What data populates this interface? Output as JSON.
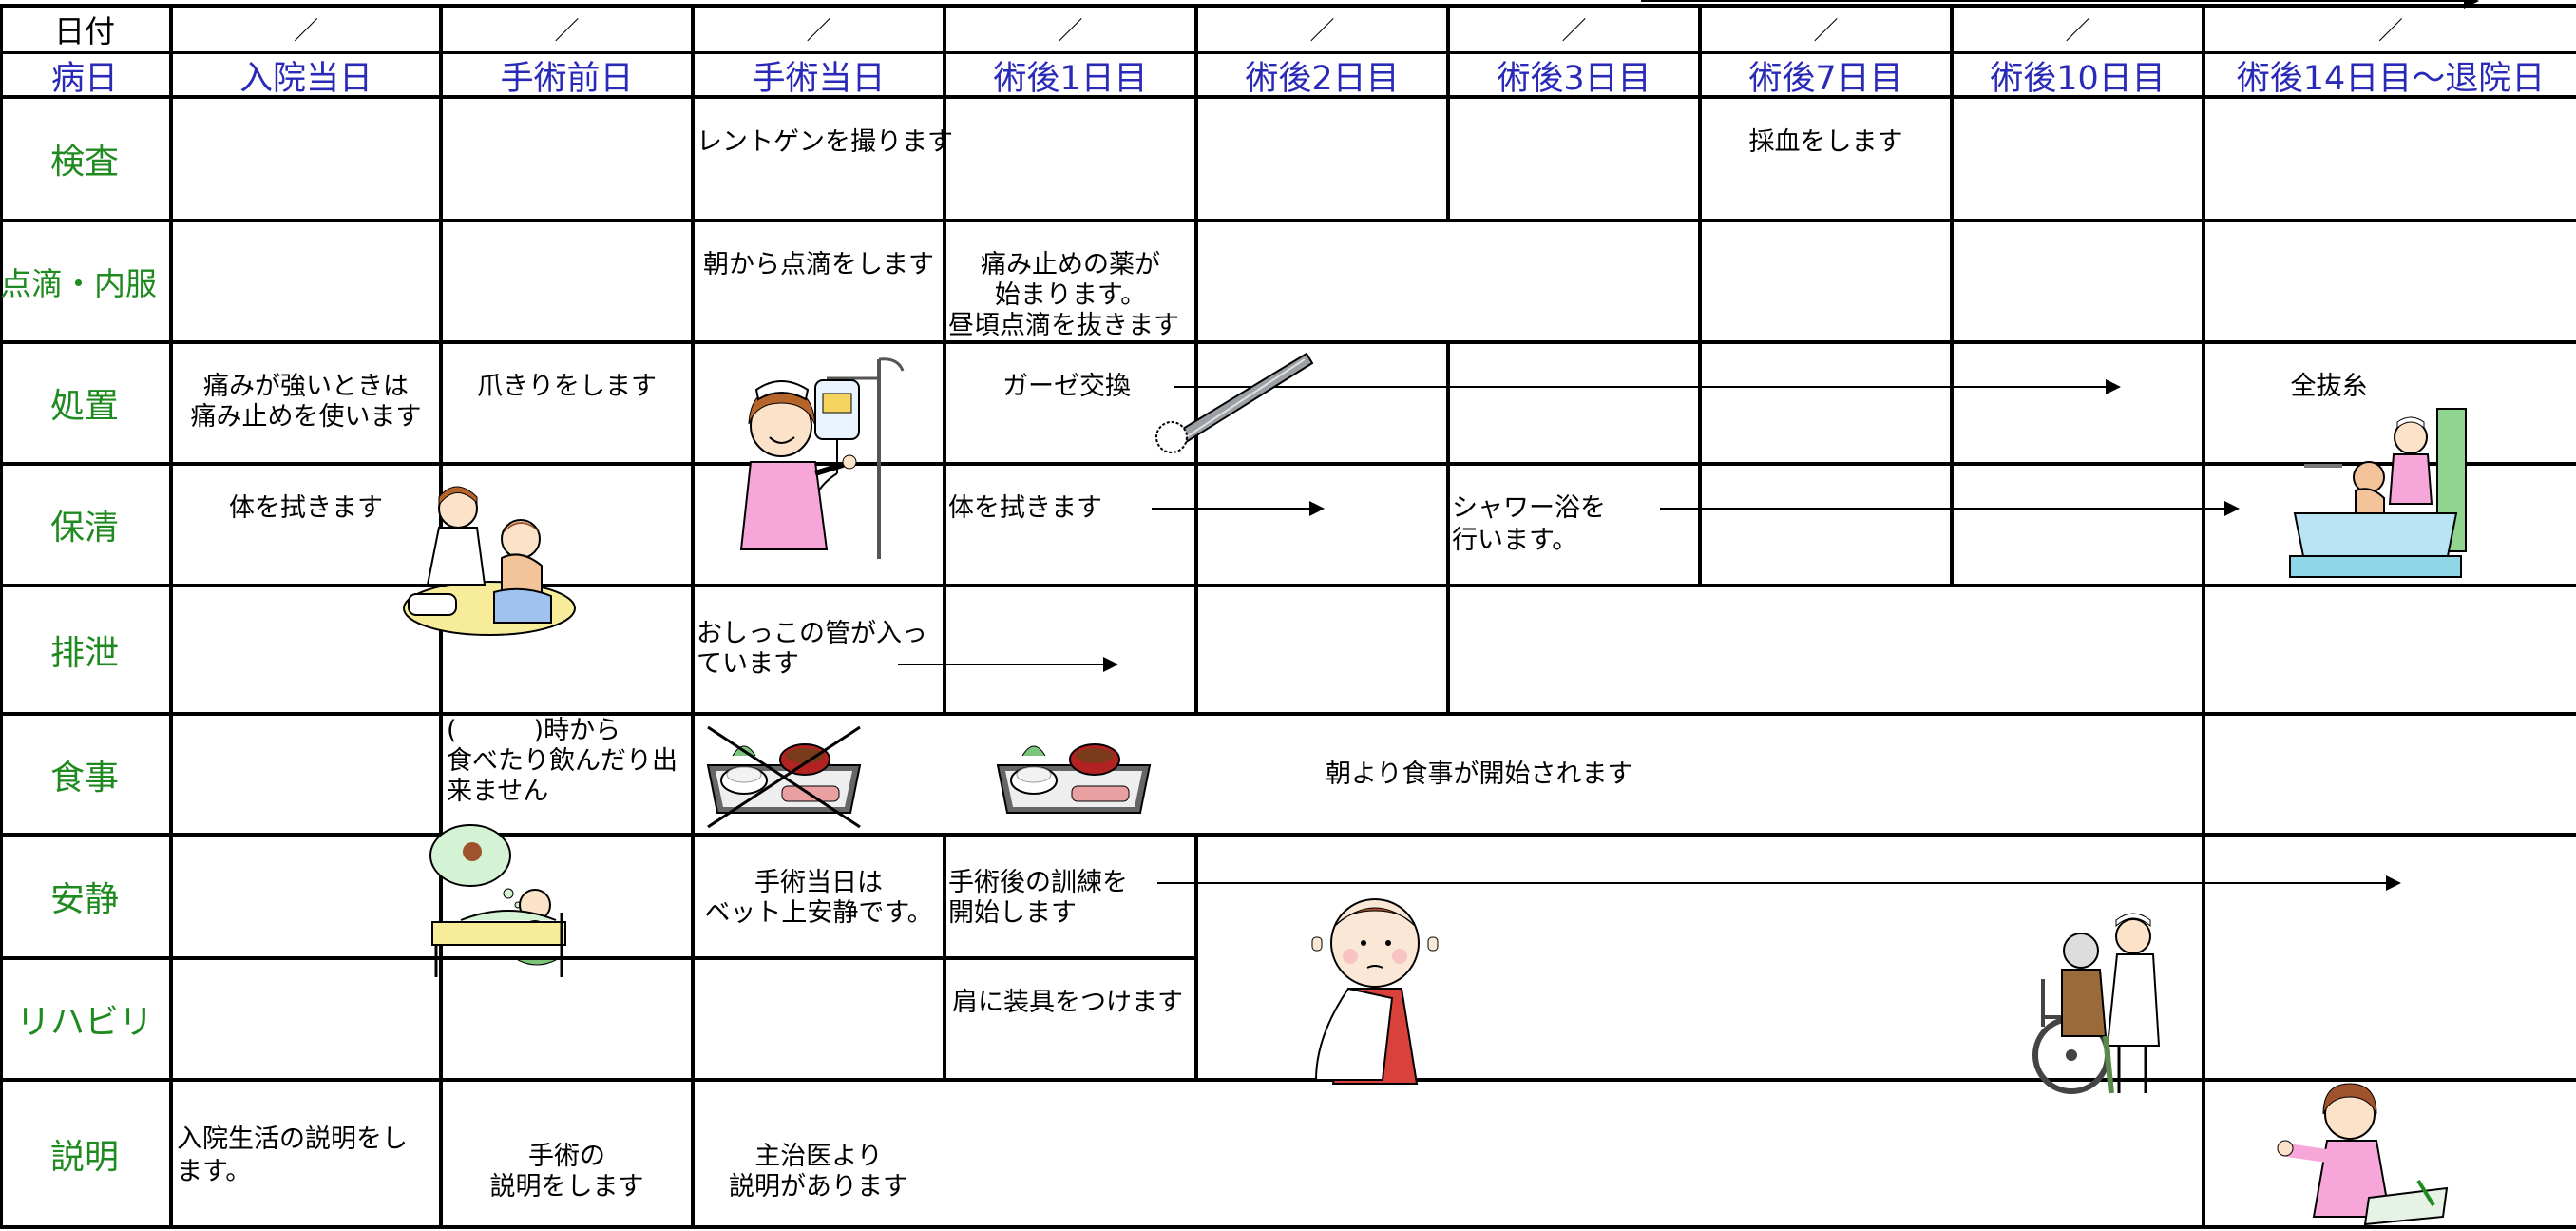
{
  "header": {
    "date_label": "日付",
    "day_label": "病日",
    "date_slash": "／",
    "days": [
      "入院当日",
      "手術前日",
      "手術当日",
      "術後1日目",
      "術後2日目",
      "術後3日目",
      "術後7日目",
      "術後10日目",
      "術後14日目～退院日"
    ]
  },
  "rows": {
    "kensa": "検査",
    "tenteki": "点滴・内服",
    "shochi": "処置",
    "hosei": "保清",
    "haisetsu": "排泄",
    "shokuji": "食事",
    "ansei": "安静",
    "rihabiri": "リハビリ",
    "setsumei": "説明"
  },
  "cells": {
    "kensa_op": "レントゲンを撮ります",
    "kensa_d7": "採血をします",
    "tenteki_op": "朝から点滴をします",
    "tenteki_d1_1": "痛み止めの薬が",
    "tenteki_d1_2": "始まります。",
    "tenteki_d1_3": "昼頃点滴を抜きます",
    "shochi_adm_1": "痛みが強いときは",
    "shochi_adm_2": "痛み止めを使います",
    "shochi_pre": "爪きりをします",
    "shochi_d1": "ガーゼ交換",
    "shochi_d14": "全抜糸",
    "hosei_adm": "体を拭きます",
    "hosei_d1": "体を拭きます",
    "hosei_d3_1": "シャワー浴を",
    "hosei_d3_2": "行います。",
    "haisetsu_op_1": "おしっこの管が入っ",
    "haisetsu_op_2": "ています",
    "shokuji_pre_1": "(　　　)時から",
    "shokuji_pre_2": "食べたり飲んだり出",
    "shokuji_pre_3": "来ません",
    "shokuji_d1": "朝より食事が開始されます",
    "ansei_op_1": "手術当日は",
    "ansei_op_2": "ベット上安静です。",
    "ansei_d1_1": "手術後の訓練を",
    "ansei_d1_2": "開始します",
    "rihabiri_d1": "肩に装具をつけます",
    "setsumei_adm_1": "入院生活の説明をし",
    "setsumei_adm_2": "ます。",
    "setsumei_pre_1": "手術の",
    "setsumei_pre_2": "説明をします",
    "setsumei_op_1": "主治医より",
    "setsumei_op_2": "説明があります"
  },
  "colors": {
    "header_text": "#2a2ab8",
    "row_label": "#1f8a1f",
    "grid": "#000000"
  },
  "illustrations": [
    "nurse-wiping-patient-icon",
    "nurse-with-iv-drip-icon",
    "tweezers-gauze-icon",
    "bathing-patient-icon",
    "meal-tray-icon",
    "crossed-meal-tray-icon",
    "patient-in-bed-icon",
    "arm-sling-patient-icon",
    "wheelchair-assist-icon",
    "explaining-nurse-icon"
  ]
}
